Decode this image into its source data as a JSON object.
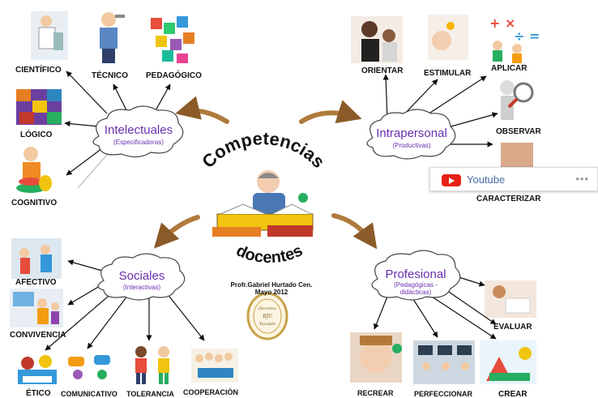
{
  "title": {
    "top": "Competencias",
    "bottom": "docentes"
  },
  "credit": {
    "author": "Profr.Gabriel Hurtado Cen.",
    "date": "Mayo 2012"
  },
  "groups": {
    "intelectuales": {
      "name": "Intelectuales",
      "sub": "(Especificadoras)",
      "items": [
        "CIENTÍFICO",
        "TÉCNICO",
        "PEDAGÓGICO",
        "LÓGICO",
        "COGNITIVO"
      ]
    },
    "intrapersonal": {
      "name": "Intrapersonal",
      "sub": "(Productivas)",
      "items": [
        "ORIENTAR",
        "ESTIMULAR",
        "APLICAR",
        "OBSERVAR",
        "CARACTERIZAR"
      ]
    },
    "sociales": {
      "name": "Sociales",
      "sub": "(Interactivas)",
      "items": [
        "AFECTIVO",
        "CONVIVENCIA",
        "ÉTICO",
        "COMUNICATIVO",
        "TOLERANCIA",
        "COOPERACIÓN"
      ]
    },
    "profesional": {
      "name": "Profesional",
      "sub1": "(Pedagógicas -",
      "sub2": "didácticas)",
      "items": [
        "EVALUAR",
        "RECREAR",
        "PERFECCIONAR",
        "CREAR"
      ]
    }
  },
  "overlay": {
    "youtube_label": "Youtube",
    "more": "•••"
  },
  "colors": {
    "cloud_text": "#6a2fb0",
    "arrow_link": "#111111",
    "curved_arrow": "#b07a3c",
    "youtube_red": "#e62117"
  }
}
